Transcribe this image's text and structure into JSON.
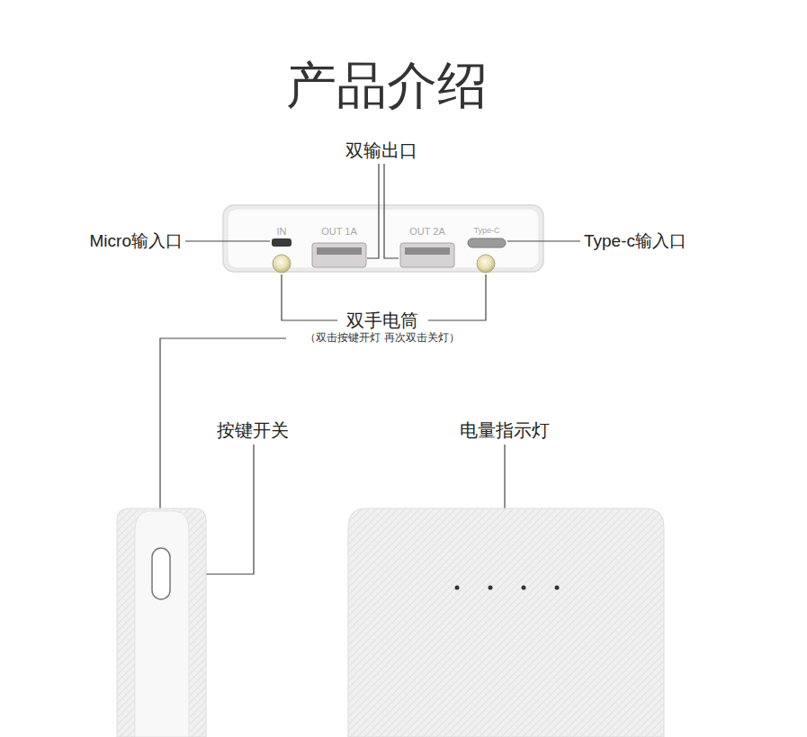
{
  "diagram": {
    "title": "产品介绍",
    "labels": [
      "双输出口",
      "IN",
      "OUT 1A",
      "OUT 2A",
      "Type-C",
      "Micro输入口",
      "Type-c输入口",
      "双手电筒",
      "（双击按键开灯 再次双击关灯）",
      "按键开关",
      "电量指示灯"
    ]
  }
}
